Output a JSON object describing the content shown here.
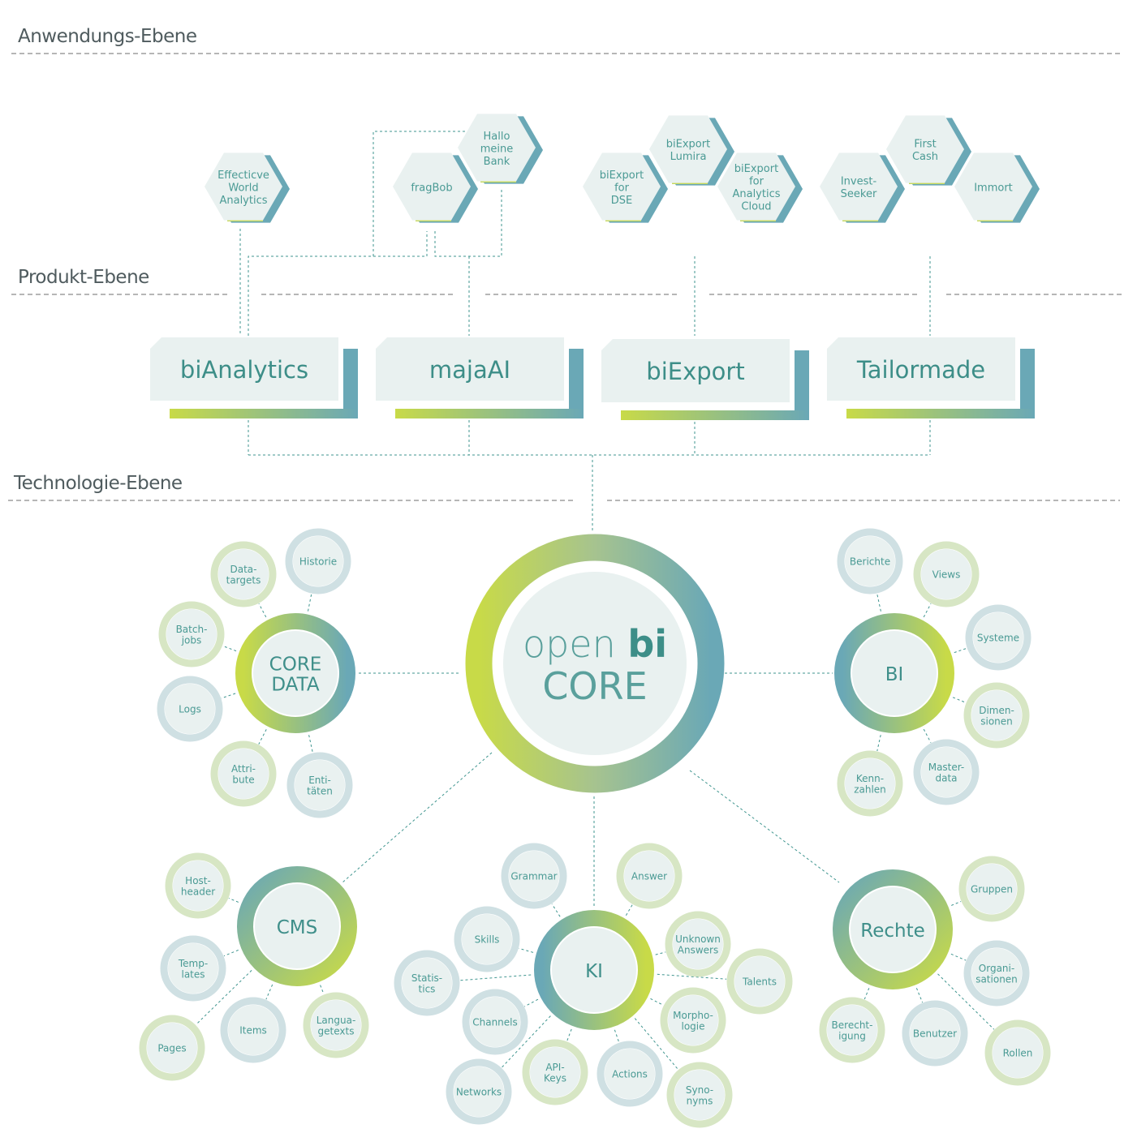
{
  "levels": {
    "application": "Anwendungs-Ebene",
    "product": "Produkt-Ebene",
    "technology": "Technologie-Ebene"
  },
  "applications": [
    {
      "id": "effective",
      "lines": [
        "Effecticve",
        "World",
        "Analytics"
      ]
    },
    {
      "id": "fragbob",
      "lines": [
        "fragBob"
      ]
    },
    {
      "id": "hallo",
      "lines": [
        "Hallo",
        "meine",
        "Bank"
      ]
    },
    {
      "id": "biexport-dse",
      "lines": [
        "biExport",
        "for",
        "DSE"
      ]
    },
    {
      "id": "biexport-lumira",
      "lines": [
        "biExport",
        "Lumira"
      ]
    },
    {
      "id": "biexport-cloud",
      "lines": [
        "biExport",
        "for",
        "Analytics",
        "Cloud"
      ]
    },
    {
      "id": "invest",
      "lines": [
        "Invest-",
        "Seeker"
      ]
    },
    {
      "id": "firstcash",
      "lines": [
        "First",
        "Cash"
      ]
    },
    {
      "id": "immort",
      "lines": [
        "Immort"
      ]
    }
  ],
  "products": [
    {
      "id": "bianalytics",
      "label": "biAnalytics"
    },
    {
      "id": "majaai",
      "label": "majaAI"
    },
    {
      "id": "biexport",
      "label": "biExport"
    },
    {
      "id": "tailormade",
      "label": "Tailormade"
    }
  ],
  "core": {
    "line1_a": "open ",
    "line1_b": "bi",
    "line2": "CORE"
  },
  "clusters": [
    {
      "id": "coredata",
      "hub_lines": [
        "CORE",
        "DATA"
      ],
      "satellites": [
        {
          "lines": [
            "Data-",
            "targets"
          ]
        },
        {
          "lines": [
            "Historie"
          ]
        },
        {
          "lines": [
            "Batch-",
            "jobs"
          ]
        },
        {
          "lines": [
            "Logs"
          ]
        },
        {
          "lines": [
            "Attri-",
            "bute"
          ]
        },
        {
          "lines": [
            "Enti-",
            "täten"
          ]
        }
      ]
    },
    {
      "id": "bi",
      "hub_lines": [
        "BI"
      ],
      "satellites": [
        {
          "lines": [
            "Berichte"
          ]
        },
        {
          "lines": [
            "Views"
          ]
        },
        {
          "lines": [
            "Systeme"
          ]
        },
        {
          "lines": [
            "Dimen-",
            "sionen"
          ]
        },
        {
          "lines": [
            "Master-",
            "data"
          ]
        },
        {
          "lines": [
            "Kenn-",
            "zahlen"
          ]
        }
      ]
    },
    {
      "id": "cms",
      "hub_lines": [
        "CMS"
      ],
      "satellites": [
        {
          "lines": [
            "Host-",
            "header"
          ]
        },
        {
          "lines": [
            "Temp-",
            "lates"
          ]
        },
        {
          "lines": [
            "Pages"
          ]
        },
        {
          "lines": [
            "Items"
          ]
        },
        {
          "lines": [
            "Langua-",
            "getexts"
          ]
        }
      ]
    },
    {
      "id": "ki",
      "hub_lines": [
        "KI"
      ],
      "satellites": [
        {
          "lines": [
            "Grammar"
          ]
        },
        {
          "lines": [
            "Answer"
          ]
        },
        {
          "lines": [
            "Skills"
          ]
        },
        {
          "lines": [
            "Unknown",
            "Answers"
          ]
        },
        {
          "lines": [
            "Statis-",
            "tics"
          ]
        },
        {
          "lines": [
            "Talents"
          ]
        },
        {
          "lines": [
            "Channels"
          ]
        },
        {
          "lines": [
            "Morpho-",
            "logie"
          ]
        },
        {
          "lines": [
            "Networks"
          ]
        },
        {
          "lines": [
            "API-",
            "Keys"
          ]
        },
        {
          "lines": [
            "Actions"
          ]
        },
        {
          "lines": [
            "Syno-",
            "nyms"
          ]
        }
      ]
    },
    {
      "id": "rechte",
      "hub_lines": [
        "Rechte"
      ],
      "satellites": [
        {
          "lines": [
            "Gruppen"
          ]
        },
        {
          "lines": [
            "Organi-",
            "sationen"
          ]
        },
        {
          "lines": [
            "Rollen"
          ]
        },
        {
          "lines": [
            "Benutzer"
          ]
        },
        {
          "lines": [
            "Berecht-",
            "igung"
          ]
        }
      ]
    }
  ],
  "colors": {
    "teal": "#6aa8b6",
    "lime": "#c6d85a",
    "face": "#e9f1f0",
    "text": "#4a9a94",
    "line": "#3f958f"
  }
}
